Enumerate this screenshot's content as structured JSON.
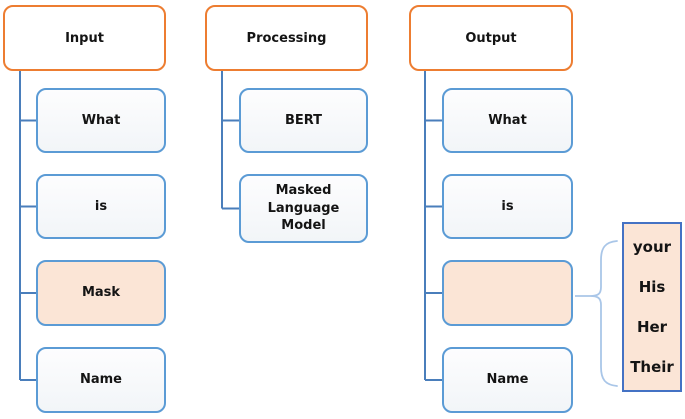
{
  "diagram": {
    "columns": [
      {
        "id": "input",
        "header": "Input",
        "children": [
          {
            "label": "What",
            "highlight": false
          },
          {
            "label": "is",
            "highlight": false
          },
          {
            "label": "Mask",
            "highlight": true
          },
          {
            "label": "Name",
            "highlight": false
          }
        ]
      },
      {
        "id": "processing",
        "header": "Processing",
        "children": [
          {
            "label": "BERT",
            "highlight": false
          },
          {
            "label": "Masked Language Model",
            "highlight": false
          }
        ]
      },
      {
        "id": "output",
        "header": "Output",
        "children": [
          {
            "label": "What",
            "highlight": false
          },
          {
            "label": "is",
            "highlight": false
          },
          {
            "label": "",
            "highlight": true
          },
          {
            "label": "Name",
            "highlight": false
          }
        ]
      }
    ],
    "predictions": {
      "items": [
        "your",
        "His",
        "Her",
        "Their"
      ]
    },
    "colors": {
      "header_border": "#ED7D31",
      "node_border": "#5B9BD5",
      "connector": "#4A7EBB",
      "brace": "#A9C6E8",
      "highlight_fill": "#FBE5D6",
      "prediction_border": "#4472C4"
    }
  }
}
